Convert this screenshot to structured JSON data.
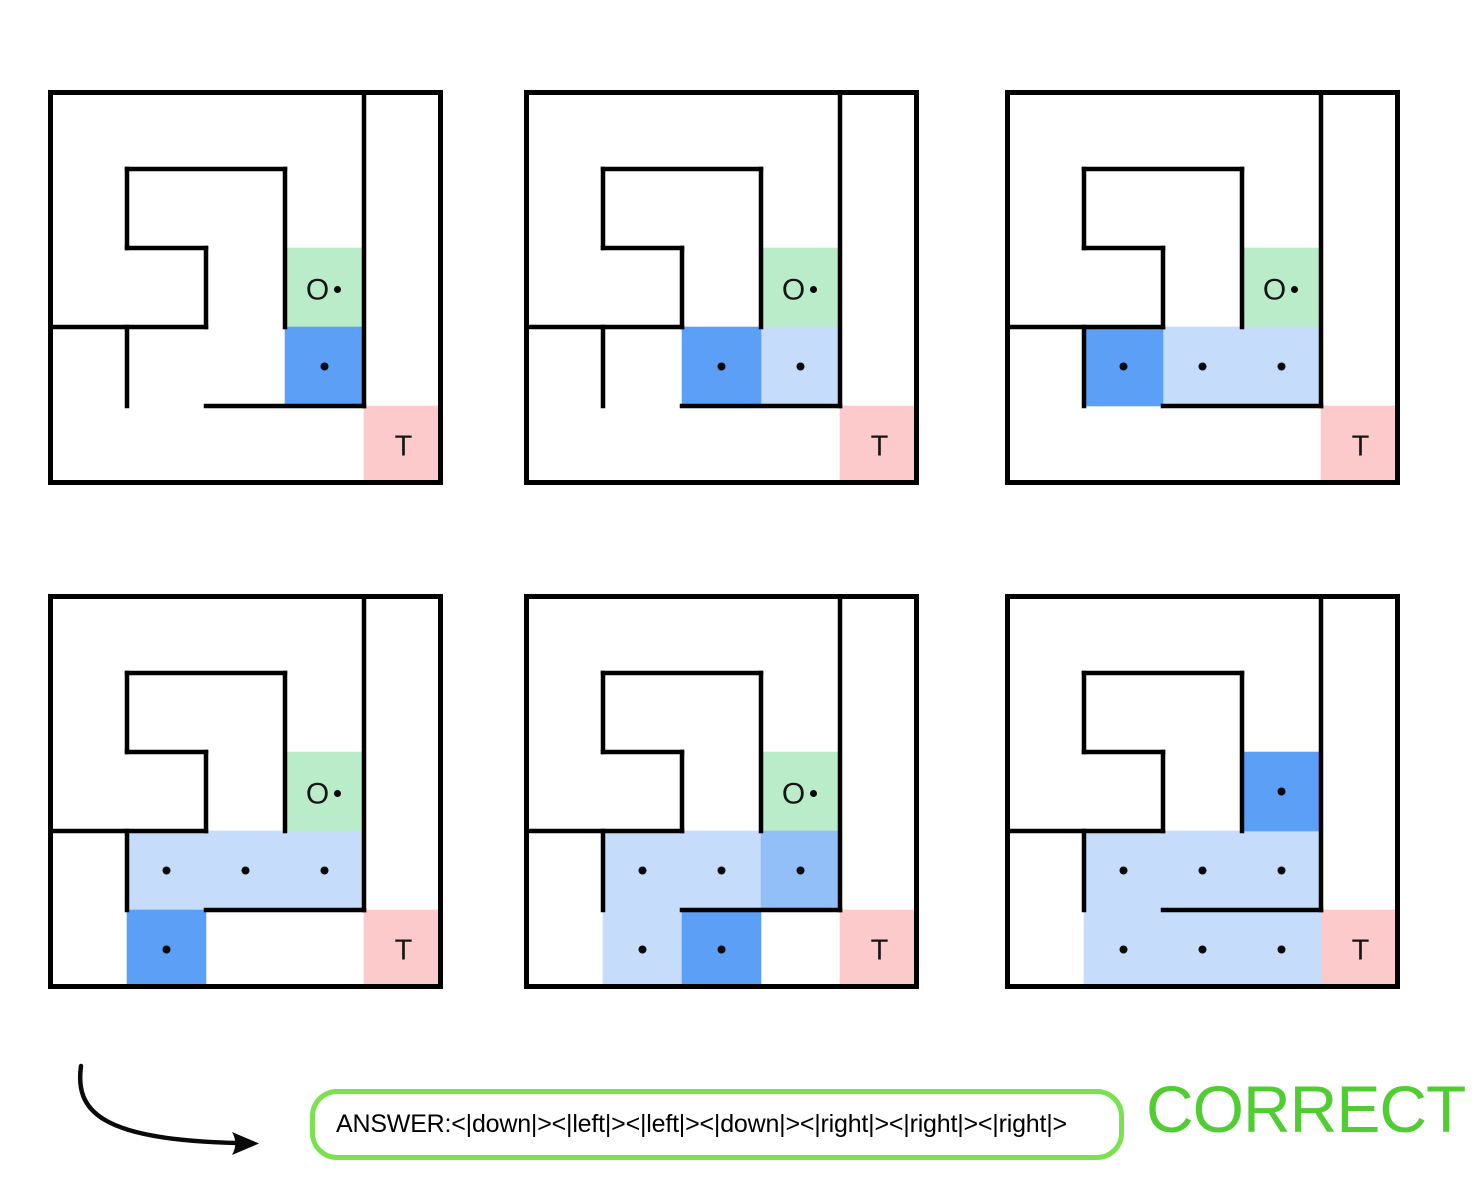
{
  "figure": {
    "background": "#ffffff",
    "colors": {
      "wall": "#000000",
      "start_fill": "#BAECC9",
      "target_fill": "#FCCACA",
      "current_fill": "#5C9FF6",
      "visited_fill": "#C5DDFA",
      "medium_fill": "#93BFF8",
      "dot": "#0a0a0a",
      "letter": "#151515"
    },
    "maze": {
      "grid_size": 5,
      "start": {
        "r": 2,
        "c": 3,
        "label": "O"
      },
      "target": {
        "r": 4,
        "c": 4,
        "label": "T"
      },
      "inner_walls": [
        [
          1,
          1,
          3,
          1
        ],
        [
          1,
          1,
          1,
          2
        ],
        [
          1,
          2,
          2,
          2
        ],
        [
          2,
          2,
          2,
          3
        ],
        [
          0,
          3,
          2,
          3
        ],
        [
          1,
          3,
          1,
          4
        ],
        [
          2,
          4,
          4,
          4
        ],
        [
          3,
          1,
          3,
          3
        ],
        [
          4,
          0,
          4,
          4
        ]
      ]
    },
    "frames": [
      {
        "name": "step-1",
        "current": {
          "r": 3,
          "c": 3
        },
        "visited": [],
        "medium": [],
        "start_marker": true
      },
      {
        "name": "step-2",
        "current": {
          "r": 3,
          "c": 2
        },
        "visited": [
          {
            "r": 3,
            "c": 3
          }
        ],
        "medium": [],
        "start_marker": true
      },
      {
        "name": "step-3",
        "current": {
          "r": 3,
          "c": 1
        },
        "visited": [
          {
            "r": 3,
            "c": 2
          },
          {
            "r": 3,
            "c": 3
          }
        ],
        "medium": [],
        "start_marker": true
      },
      {
        "name": "step-4",
        "current": {
          "r": 4,
          "c": 1
        },
        "visited": [
          {
            "r": 3,
            "c": 1
          },
          {
            "r": 3,
            "c": 2
          },
          {
            "r": 3,
            "c": 3
          }
        ],
        "medium": [],
        "start_marker": true
      },
      {
        "name": "step-5",
        "current": {
          "r": 4,
          "c": 2
        },
        "visited": [
          {
            "r": 3,
            "c": 1
          },
          {
            "r": 3,
            "c": 2
          },
          {
            "r": 4,
            "c": 1
          }
        ],
        "medium": [
          {
            "r": 3,
            "c": 3
          }
        ],
        "start_marker": true
      },
      {
        "name": "step-6",
        "current": {
          "r": 2,
          "c": 3
        },
        "visited": [
          {
            "r": 3,
            "c": 1
          },
          {
            "r": 3,
            "c": 2
          },
          {
            "r": 3,
            "c": 3
          },
          {
            "r": 4,
            "c": 1
          },
          {
            "r": 4,
            "c": 2
          },
          {
            "r": 4,
            "c": 3
          }
        ],
        "medium": [],
        "start_marker": false
      }
    ],
    "answer": {
      "label": "ANSWER:<|down|><|left|><|left|><|down|><|right|><|right|><|right|>",
      "verdict": "CORRECT",
      "box_border_color": "#7AE24E",
      "verdict_color": "#52CC33",
      "text_color": "#000000"
    }
  }
}
